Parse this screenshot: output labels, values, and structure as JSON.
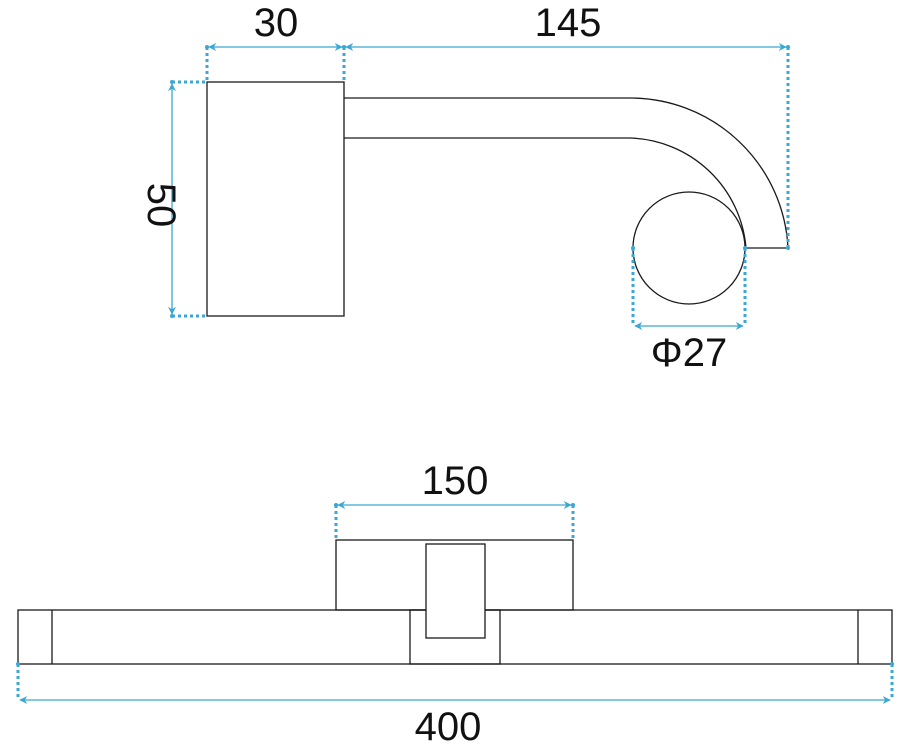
{
  "dimensions": {
    "depth": "30",
    "arm_reach": "145",
    "height": "50",
    "diameter": "Φ27",
    "mount_width": "150",
    "total_length": "400"
  },
  "colors": {
    "dimension_line": "#3aa7d4",
    "outline": "#1a1a1a",
    "background": "#ffffff"
  }
}
